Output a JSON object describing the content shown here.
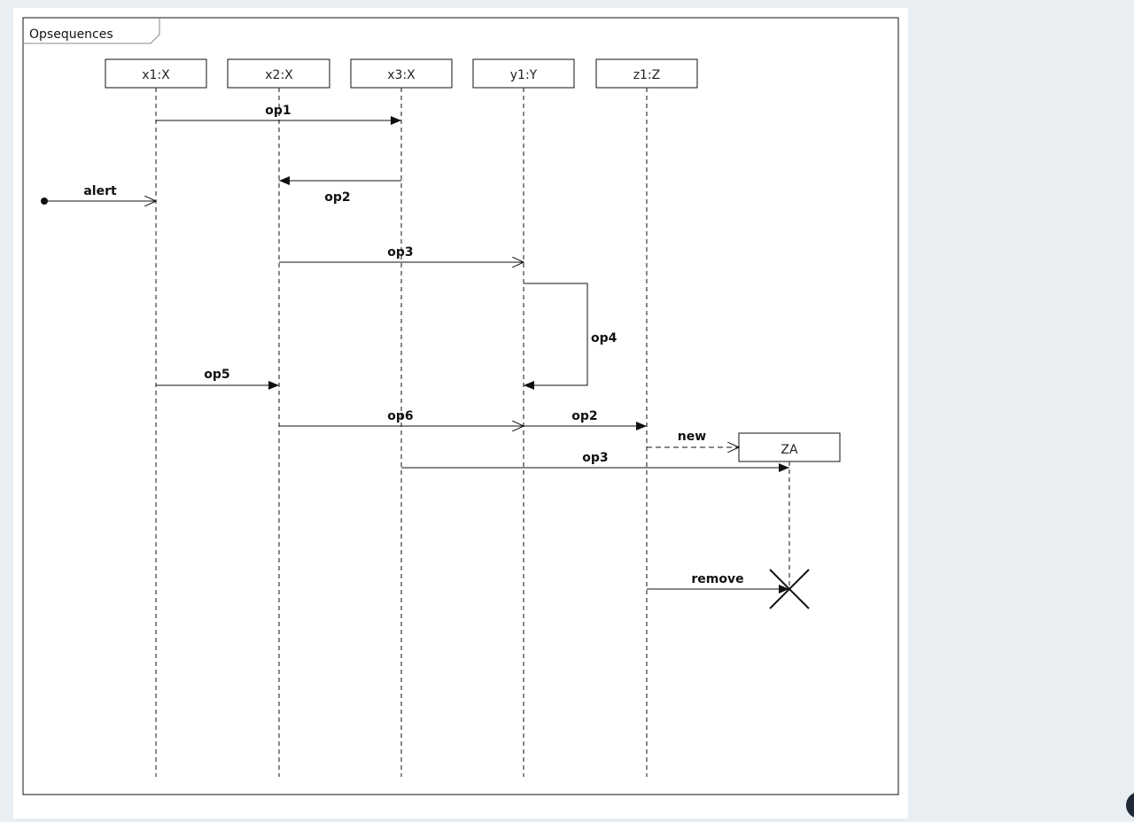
{
  "frame": {
    "title": "Opsequences"
  },
  "lifelines": [
    {
      "id": "x1",
      "name": "x1:X"
    },
    {
      "id": "x2",
      "name": "x2:X"
    },
    {
      "id": "x3",
      "name": "x3:X"
    },
    {
      "id": "y1",
      "name": "y1:Y"
    },
    {
      "id": "z1",
      "name": "z1:Z"
    }
  ],
  "created_object": {
    "name": "ZA"
  },
  "messages": [
    {
      "id": "op1",
      "label": "op1",
      "from": "x1",
      "to": "x3",
      "kind": "synchronous"
    },
    {
      "id": "op2a",
      "label": "op2",
      "from": "x3",
      "to": "x2",
      "kind": "synchronous"
    },
    {
      "id": "alert",
      "label": "alert",
      "from": "found",
      "to": "x1",
      "kind": "found-asynchronous"
    },
    {
      "id": "op3a",
      "label": "op3",
      "from": "x2",
      "to": "y1",
      "kind": "asynchronous"
    },
    {
      "id": "op4",
      "label": "op4",
      "from": "y1",
      "to": "y1",
      "kind": "self-synchronous"
    },
    {
      "id": "op5",
      "label": "op5",
      "from": "x1",
      "to": "x2",
      "kind": "synchronous"
    },
    {
      "id": "op6",
      "label": "op6",
      "from": "x2",
      "to": "y1",
      "kind": "asynchronous"
    },
    {
      "id": "op2b",
      "label": "op2",
      "from": "y1",
      "to": "z1",
      "kind": "synchronous"
    },
    {
      "id": "new",
      "label": "new",
      "from": "z1",
      "to": "ZA",
      "kind": "create"
    },
    {
      "id": "op3b",
      "label": "op3",
      "from": "x3",
      "to": "ZA",
      "kind": "synchronous"
    },
    {
      "id": "remove",
      "label": "remove",
      "from": "z1",
      "to": "ZA",
      "kind": "destroy"
    }
  ],
  "colors": {
    "page_background": "#e8eef2",
    "canvas": "#ffffff",
    "stroke": "#111111"
  }
}
